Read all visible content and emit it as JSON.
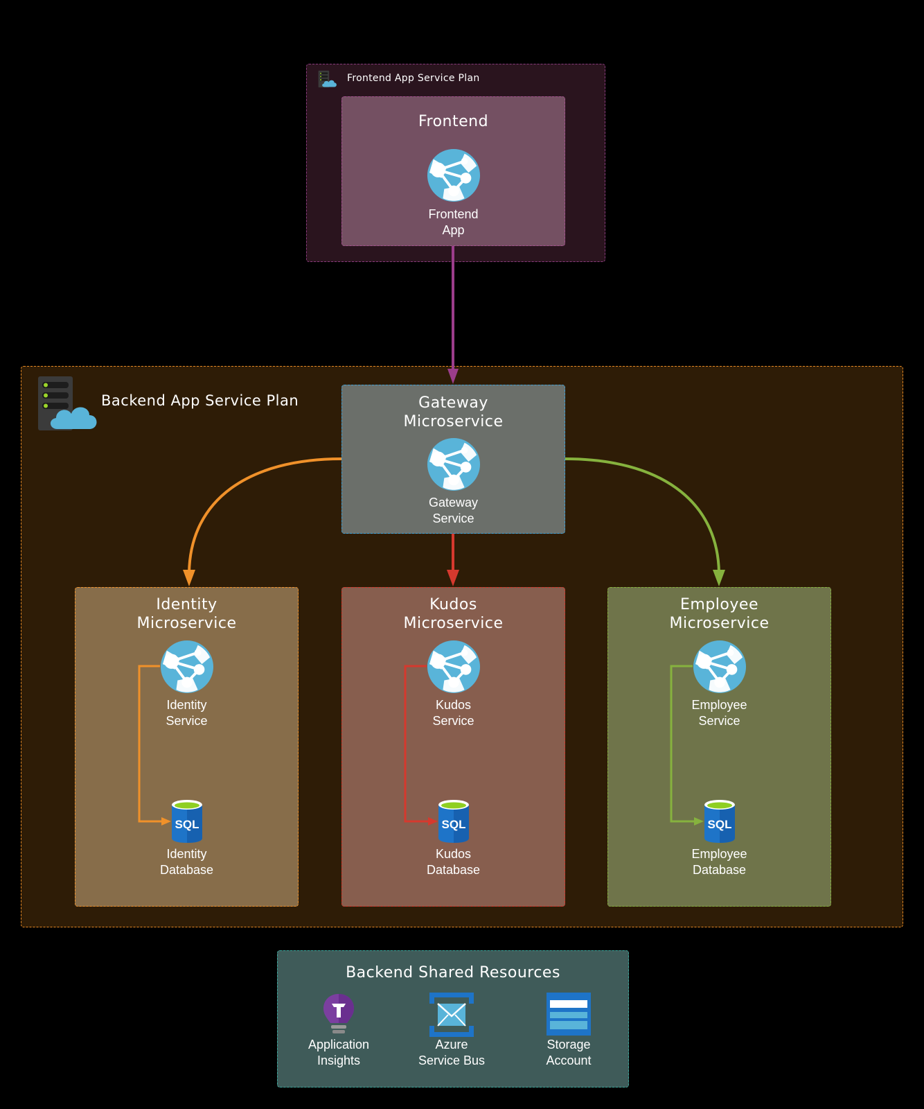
{
  "frontend_plan": {
    "label": "Frontend App Service Plan",
    "icon": "app-service-plan-icon",
    "border_color": "#8a3a7e",
    "fill_color": "#2a141e"
  },
  "frontend": {
    "title": "Frontend",
    "service_label": "Frontend\nApp",
    "icon": "app-service-globe-icon",
    "fill_color": "#745062",
    "border_color": "#a4508f"
  },
  "backend_plan": {
    "label": "Backend App Service Plan",
    "icon": "app-service-plan-icon",
    "border_color": "#e88a24",
    "fill_color": "#2e1c06"
  },
  "gateway": {
    "title": "Gateway\nMicroservice",
    "service_label": "Gateway\nService",
    "icon": "app-service-globe-icon",
    "fill_color": "#6b6f6a",
    "border_color": "#3b9fd6"
  },
  "microservices": [
    {
      "title": "Identity\nMicroservice",
      "service_label": "Identity\nService",
      "database_label": "Identity\nDatabase",
      "service_icon": "app-service-globe-icon",
      "database_icon": "sql-database-icon",
      "fill_color": "#876d4a",
      "border_color": "#f0912a"
    },
    {
      "title": "Kudos\nMicroservice",
      "service_label": "Kudos\nService",
      "database_label": "Kudos\nDatabase",
      "service_icon": "app-service-globe-icon",
      "database_icon": "sql-database-icon",
      "fill_color": "#875e4e",
      "border_color": "#d6392e"
    },
    {
      "title": "Employee\nMicroservice",
      "service_label": "Employee\nService",
      "database_label": "Employee\nDatabase",
      "service_icon": "app-service-globe-icon",
      "database_icon": "sql-database-icon",
      "fill_color": "#6f744a",
      "border_color": "#86b23e"
    }
  ],
  "shared": {
    "title": "Backend Shared Resources",
    "fill_color": "#3f5b59",
    "border_color": "#3aa79c",
    "items": [
      {
        "label": "Application\nInsights",
        "icon": "application-insights-icon"
      },
      {
        "label": "Azure\nService Bus",
        "icon": "service-bus-icon"
      },
      {
        "label": "Storage\nAccount",
        "icon": "storage-account-icon"
      }
    ]
  },
  "connections": [
    {
      "from": "Frontend App",
      "to": "Gateway Microservice",
      "color": "#9b3d8b"
    },
    {
      "from": "Gateway Microservice",
      "to": "Identity Microservice",
      "color": "#f0912a"
    },
    {
      "from": "Gateway Microservice",
      "to": "Kudos Microservice",
      "color": "#d6392e"
    },
    {
      "from": "Gateway Microservice",
      "to": "Employee Microservice",
      "color": "#86b23e"
    },
    {
      "from": "Identity Service",
      "to": "Identity Database",
      "color": "#f0912a"
    },
    {
      "from": "Kudos Service",
      "to": "Kudos Database",
      "color": "#d6392e"
    },
    {
      "from": "Employee Service",
      "to": "Employee Database",
      "color": "#86b23e"
    }
  ],
  "sql_text": "SQL"
}
